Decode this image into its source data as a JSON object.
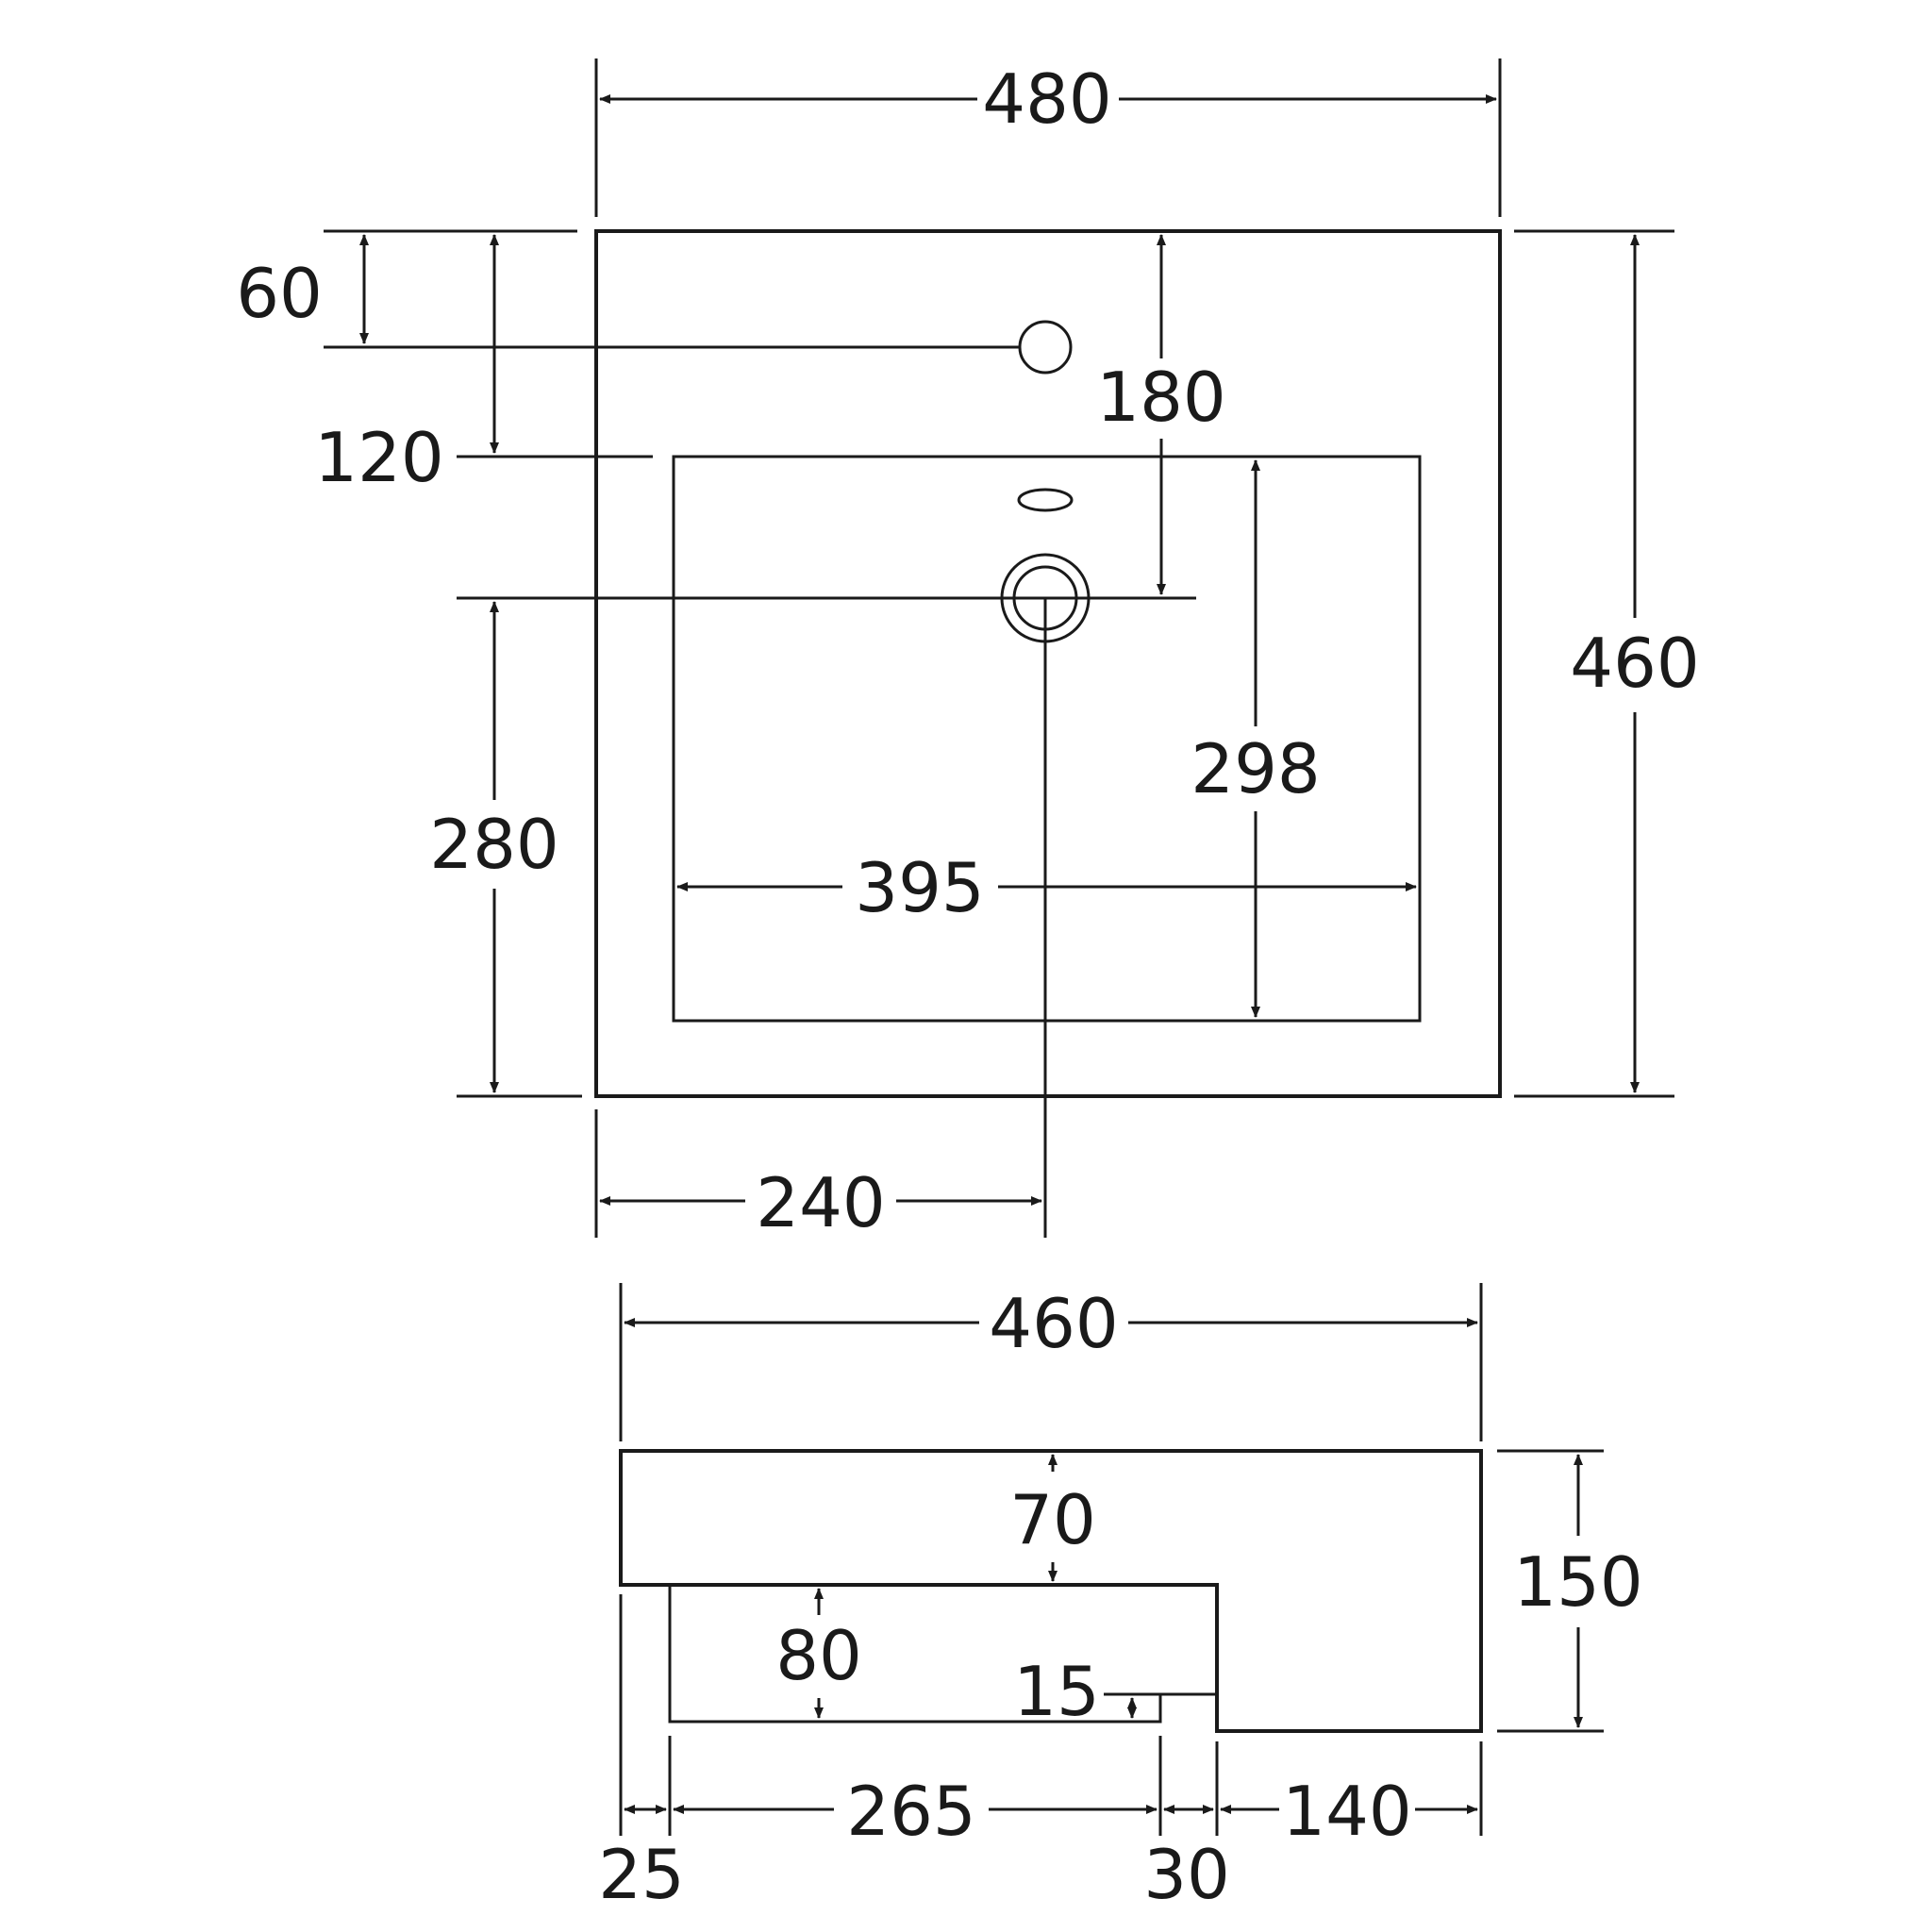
{
  "colors": {
    "line": "#1a1a1a",
    "background": "#ffffff"
  },
  "top_view": {
    "overall_width": "480",
    "overall_depth": "460",
    "tap_hole_from_back": "60",
    "bowl_from_back": "120",
    "waste_from_back": "180",
    "waste_to_front": "280",
    "bowl_depth": "298",
    "bowl_width": "395",
    "waste_from_left": "240"
  },
  "side_view": {
    "overall_depth": "460",
    "top_thickness": "70",
    "overall_height": "150",
    "bowl_height": "80",
    "step": "15",
    "left_edge": "25",
    "bowl_length": "265",
    "gap": "30",
    "back_length": "140"
  }
}
